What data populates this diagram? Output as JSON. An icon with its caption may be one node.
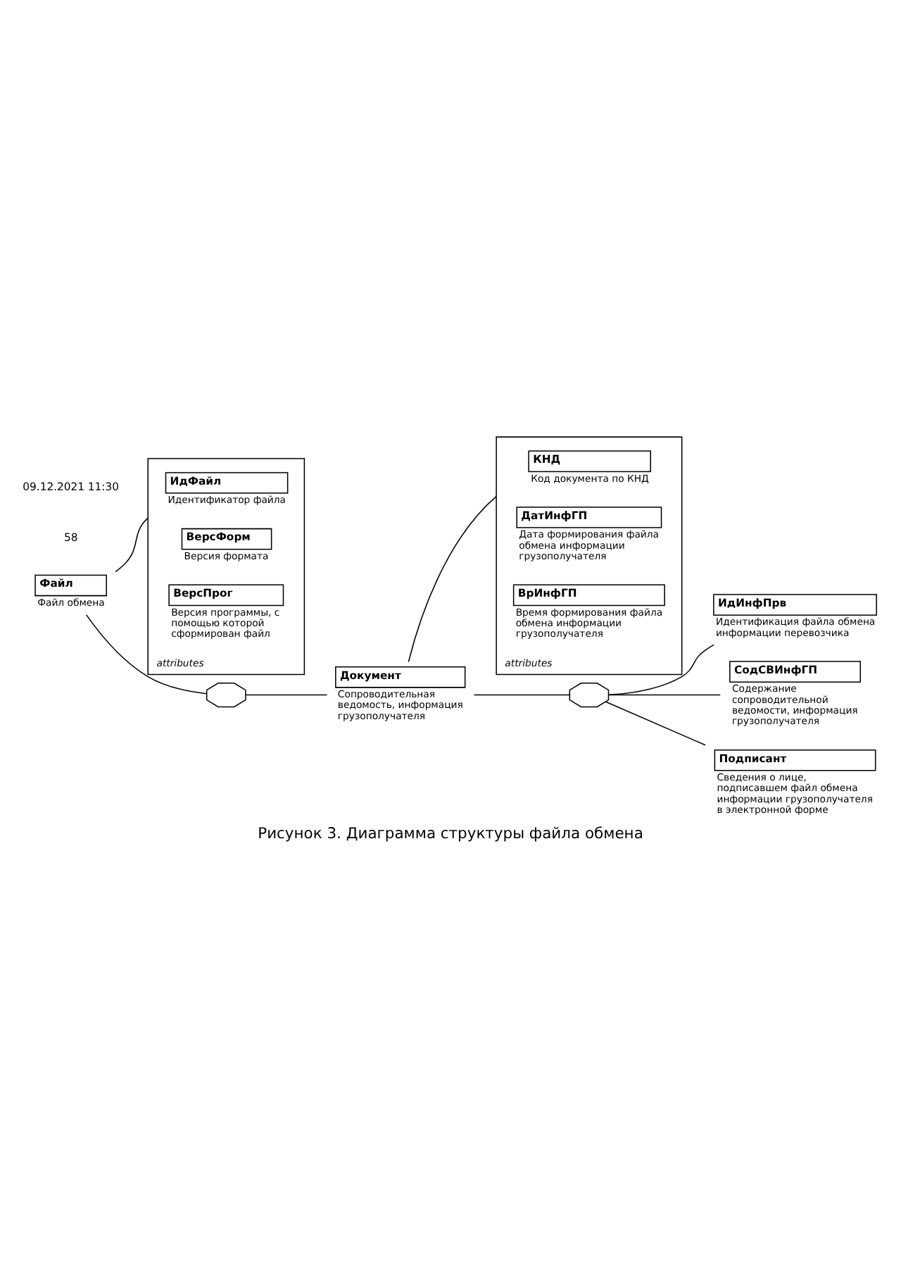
{
  "diagram": {
    "caption": "Рисунок 3. Диаграмма структуры файла обмена",
    "nodes": [
      {
        "text": [
          "Файл"
        ],
        "beside": [
          "Файл обмена"
        ]
      },
      {
        "text": [
          "attributes"
        ]
      },
      {
        "text": [
          "ИдФайл"
        ],
        "in": 1,
        "beside": [
          "Идентификатор файла"
        ]
      },
      {
        "text": [
          "ВерсФорм"
        ],
        "in": 1,
        "beside": [
          "Версия формата"
        ]
      },
      {
        "text": [
          "ВерсПрог"
        ],
        "in": 1,
        "beside": [
          "Версия программы, с помощью которой сформирован файл"
        ]
      },
      {
        "text": [],
        "shape": "octagon"
      },
      {
        "text": [
          "Документ"
        ],
        "beside": [
          "Сопроводительная ведомость, информация грузополучателя"
        ]
      },
      {
        "text": [
          "attributes"
        ]
      },
      {
        "text": [
          "КНД"
        ],
        "in": 7,
        "beside": [
          "Код документа по КНД"
        ]
      },
      {
        "text": [
          "ДатИнфГП"
        ],
        "in": 7,
        "beside": [
          "Дата формирования файла обмена информации грузополучателя"
        ]
      },
      {
        "text": [
          "ВрИнфГП"
        ],
        "in": 7,
        "beside": [
          "Время формирования файла обмена информации грузополучателя"
        ]
      },
      {
        "text": [],
        "shape": "octagon"
      },
      {
        "text": [
          "ИдИнфПрв"
        ],
        "beside": [
          "Идентификация файла обмена информации перевозчика"
        ]
      },
      {
        "text": [
          "СодСВИнфГП"
        ],
        "beside": [
          "Содержание сопроводительной ведомости, информация грузополучателя"
        ]
      },
      {
        "text": [
          "Подписант"
        ],
        "beside": [
          "Сведения о лице, подписавшем файл обмена информации грузополучателя в электронной форме"
        ]
      }
    ],
    "edges": [
      {
        "from": 0,
        "to": 1,
        "arrow": "none"
      },
      {
        "from": 0,
        "to": 5,
        "arrow": "none"
      },
      {
        "from": 5,
        "to": 6,
        "arrow": "none"
      },
      {
        "from": 6,
        "to": 7,
        "arrow": "none"
      },
      {
        "from": 6,
        "to": 11,
        "arrow": "none"
      },
      {
        "from": 11,
        "to": 12,
        "arrow": "none"
      },
      {
        "from": 11,
        "to": 13,
        "arrow": "none"
      },
      {
        "from": 11,
        "to": 14,
        "arrow": "none"
      }
    ],
    "labels": [
      "58",
      "09.12.2021 11:30"
    ]
  }
}
